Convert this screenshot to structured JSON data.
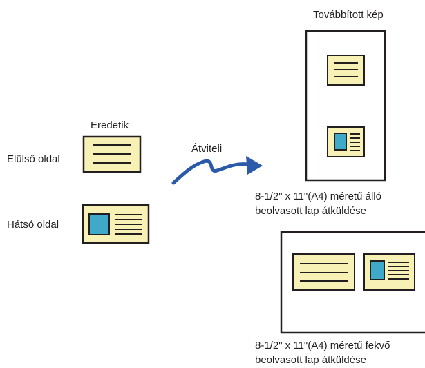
{
  "labels": {
    "transmitted_image": "Továbbított kép",
    "originals": "Eredetik",
    "front_side": "Elülső oldal",
    "back_side": "Hátsó oldal",
    "transfer": "Átviteli"
  },
  "captions": {
    "portrait_line1": "8-1/2\" x 11\"(A4) méretű álló",
    "portrait_line2": "beolvasott lap átküldése",
    "landscape_line1": "8-1/2\" x 11\"(A4) méretű fekvő",
    "landscape_line2": "beolvasott lap átküldése"
  },
  "colors": {
    "card_fill": "#f7f1b5",
    "photo_fill": "#3fa9c9",
    "outline": "#231f20",
    "arrow": "#2b5ba8"
  },
  "icons": {
    "arrow": "curved-arrow-icon",
    "photo": "photo-square-icon"
  }
}
